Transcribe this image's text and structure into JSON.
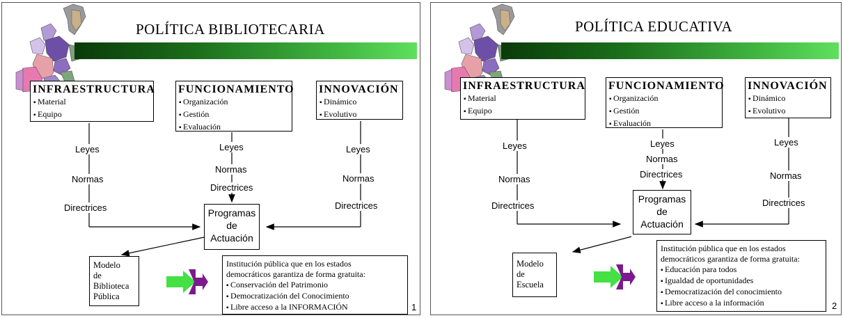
{
  "slide1": {
    "title": "POLÍTICA BIBLIOTECARIA",
    "boxes": [
      {
        "heading": "INFRAESTRUCTURA",
        "items": [
          "Material",
          "Equipo"
        ]
      },
      {
        "heading": "FUNCIONAMIENTO",
        "items": [
          "Organización",
          "Gestión",
          "Evaluación"
        ]
      },
      {
        "heading": "INNOVACIÓN",
        "items": [
          "Dinámico",
          "Evolutivo"
        ]
      }
    ],
    "labels": {
      "leyes": "Leyes",
      "normas": "Normas",
      "directrices": "Directrices"
    },
    "programas": [
      "Programas",
      "de",
      "Actuación"
    ],
    "modelo": [
      "Modelo",
      "de",
      "Biblioteca",
      "Pública"
    ],
    "institucion": {
      "intro": [
        "Institución pública que en los estados",
        "democráticos garantiza de forma gratuita:"
      ],
      "items": [
        "Conservación del Patrimonio",
        "Democratización del Conocimiento",
        "Libre acceso a la INFORMACIÓN"
      ]
    },
    "page_number": "1"
  },
  "slide2": {
    "title": "POLÍTICA EDUCATIVA",
    "boxes": [
      {
        "heading": "INFRAESTRUCTURA",
        "items": [
          "Material",
          "Equipo"
        ]
      },
      {
        "heading": "FUNCIONAMIENTO",
        "items": [
          "Organización",
          "Gestión",
          "Evaluación"
        ]
      },
      {
        "heading": "INNOVACIÓN",
        "items": [
          "Dinámico",
          "Evolutivo"
        ]
      }
    ],
    "labels": {
      "leyes": "Leyes",
      "normas": "Normas",
      "directrices": "Directrices"
    },
    "programas": [
      "Programas",
      "de",
      "Actuación"
    ],
    "modelo": [
      "Modelo",
      "de",
      "Escuela"
    ],
    "institucion": {
      "intro": [
        "Institución pública que en los estados",
        "democráticos garantiza de forma gratuita:"
      ],
      "items": [
        "Educación para todos",
        "Igualdad de oportunidades",
        "Democratización del conocimiento",
        "Libre acceso a la información"
      ]
    },
    "page_number": "2"
  },
  "colors": {
    "bar_dark": "#0a3a0a",
    "bar_light": "#5ee05e",
    "arrow_green": "#44e044",
    "arrow_purple": "#7a1a8c"
  }
}
